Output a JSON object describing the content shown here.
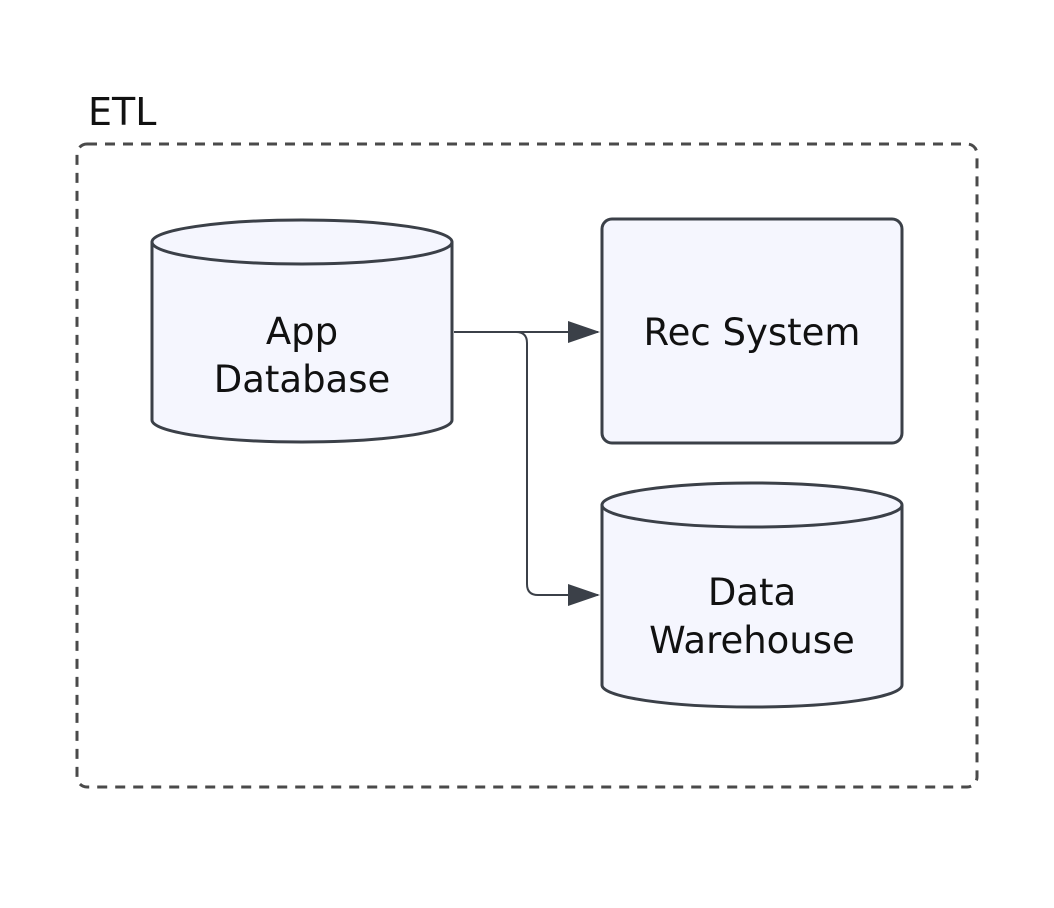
{
  "group": {
    "label": "ETL"
  },
  "nodes": {
    "app_database": {
      "line1": "App",
      "line2": "Database"
    },
    "rec_system": {
      "label": "Rec System"
    },
    "data_warehouse": {
      "line1": "Data",
      "line2": "Warehouse"
    }
  },
  "colors": {
    "node_fill": "#F5F6FE",
    "stroke": "#3B4048",
    "group_border": "#4A4A4A",
    "text": "#111111"
  }
}
